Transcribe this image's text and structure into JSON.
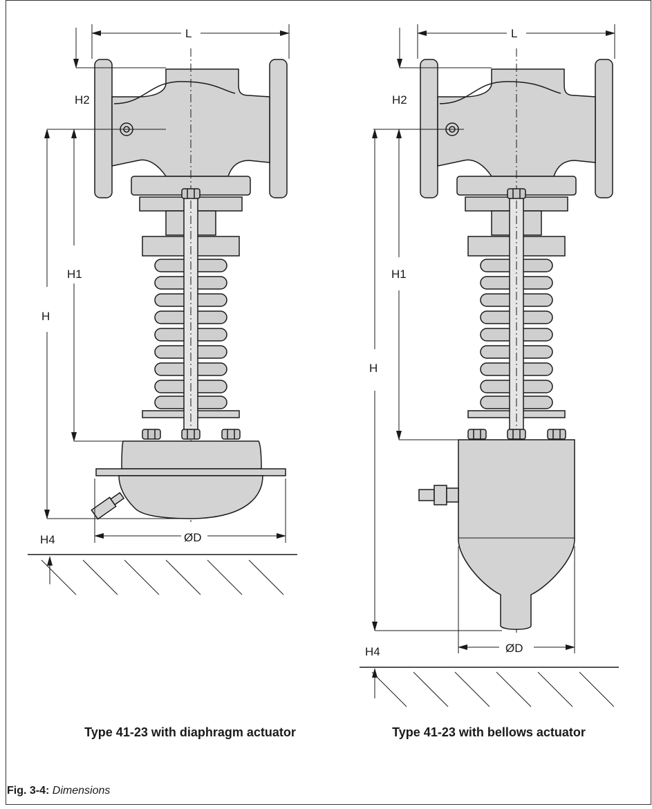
{
  "figure": {
    "label": "Fig. 3-4:",
    "title": "Dimensions"
  },
  "left": {
    "caption": "Type 41-23 with diaphragm actuator",
    "dims": {
      "L": "L",
      "H2": "H2",
      "H1": "H1",
      "H": "H",
      "H4": "H4",
      "D": "ØD"
    }
  },
  "right": {
    "caption": "Type 41-23 with bellows actuator",
    "dims": {
      "L": "L",
      "H2": "H2",
      "H1": "H1",
      "H": "H",
      "H4": "H4",
      "D": "ØD"
    }
  },
  "colors": {
    "body": "#d3d3d3",
    "line": "#1a1a1a",
    "frame": "#333333"
  }
}
